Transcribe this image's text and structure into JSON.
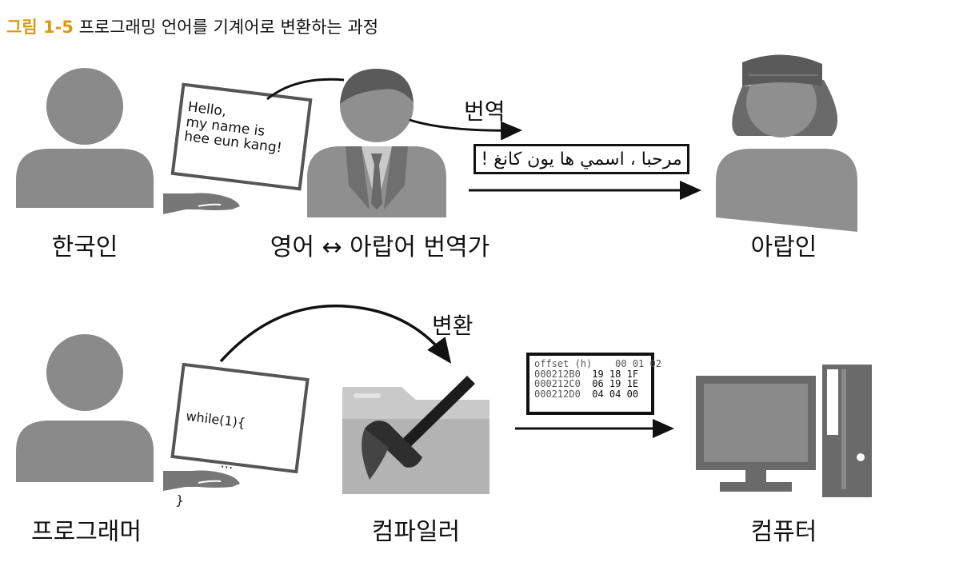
{
  "figure": {
    "number": "그림 1-5",
    "title": "프로그래밍 언어를 기계어로 변환하는 과정"
  },
  "top_row": {
    "korean_label": "한국인",
    "translator_label": "영어 ↔ 아랍어 번역가",
    "arab_label": "아랍인",
    "arrow_label": "번역",
    "note_text": "Hello,\nmy name is\nhee eun kang!",
    "arabic_text": "مرحبا ، اسمي ها يون كانغ !"
  },
  "bottom_row": {
    "programmer_label": "프로그래머",
    "compiler_label": "컴파일러",
    "computer_label": "컴퓨터",
    "arrow_label": "변환",
    "code_line1": "while(1){",
    "code_line2": "…",
    "code_line3": "}",
    "hex": {
      "header": {
        "offset": "offset (h)",
        "values": "00 01 02"
      },
      "rows": [
        {
          "offset": "000212B0",
          "values": "19 18 1F"
        },
        {
          "offset": "000212C0",
          "values": "06 19 1E"
        },
        {
          "offset": "000212D0",
          "values": "04 04 00"
        }
      ]
    }
  },
  "colors": {
    "accent": "#d99a12",
    "figure_gray": "#8a8a8a",
    "dark_gray": "#5e5e5e"
  },
  "icons": [
    "person-icon",
    "hand-icon",
    "folder-icon",
    "hammer-icon",
    "monitor-icon",
    "tower-icon"
  ]
}
